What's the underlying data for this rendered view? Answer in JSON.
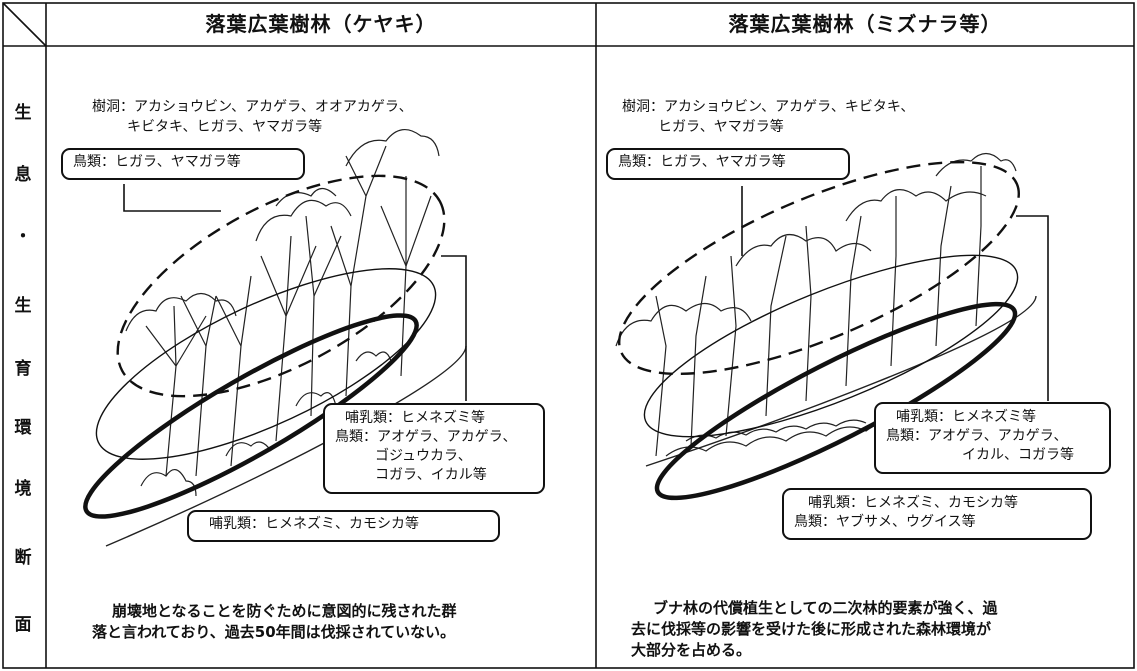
{
  "headers": {
    "left": "落葉広葉樹林（ケヤキ）",
    "right": "落葉広葉樹林（ミズナラ等）"
  },
  "side_label_chars": [
    "生",
    "息",
    "・",
    "生",
    "育",
    "環",
    "境",
    "断",
    "面"
  ],
  "left_panel": {
    "cavity_lines": [
      "樹洞：アカショウビン、アカゲラ、オオアカゲラ、",
      "キビタキ、ヒガラ、ヤマガラ等"
    ],
    "canopy_box": [
      "鳥類：ヒガラ、ヤマガラ等"
    ],
    "mid_box": [
      "哺乳類：ヒメネズミ等",
      "鳥類：アオゲラ、アカゲラ、",
      "ゴジュウカラ、",
      "コガラ、イカル等"
    ],
    "ground_box": [
      "哺乳類：ヒメネズミ、カモシカ等"
    ],
    "caption": [
      "崩壊地となることを防ぐために意図的に残された群",
      "落と言われており、過去50年間は伐採されていない。"
    ]
  },
  "right_panel": {
    "cavity_lines": [
      "樹洞：アカショウビン、アカゲラ、キビタキ、",
      "ヒガラ、ヤマガラ等"
    ],
    "canopy_box": [
      "鳥類：ヒガラ、ヤマガラ等"
    ],
    "mid_box": [
      "哺乳類：ヒメネズミ等",
      "鳥類：アオゲラ、アカゲラ、",
      "イカル、コガラ等"
    ],
    "ground_box": [
      "哺乳類：ヒメネズミ、カモシカ等",
      "鳥類：ヤブサメ、ウグイス等"
    ],
    "caption": [
      "ブナ林の代償植生としての二次林的要素が強く、過",
      "去に伐採等の影響を受けた後に形成された森林環境が",
      "大部分を占める。"
    ]
  }
}
